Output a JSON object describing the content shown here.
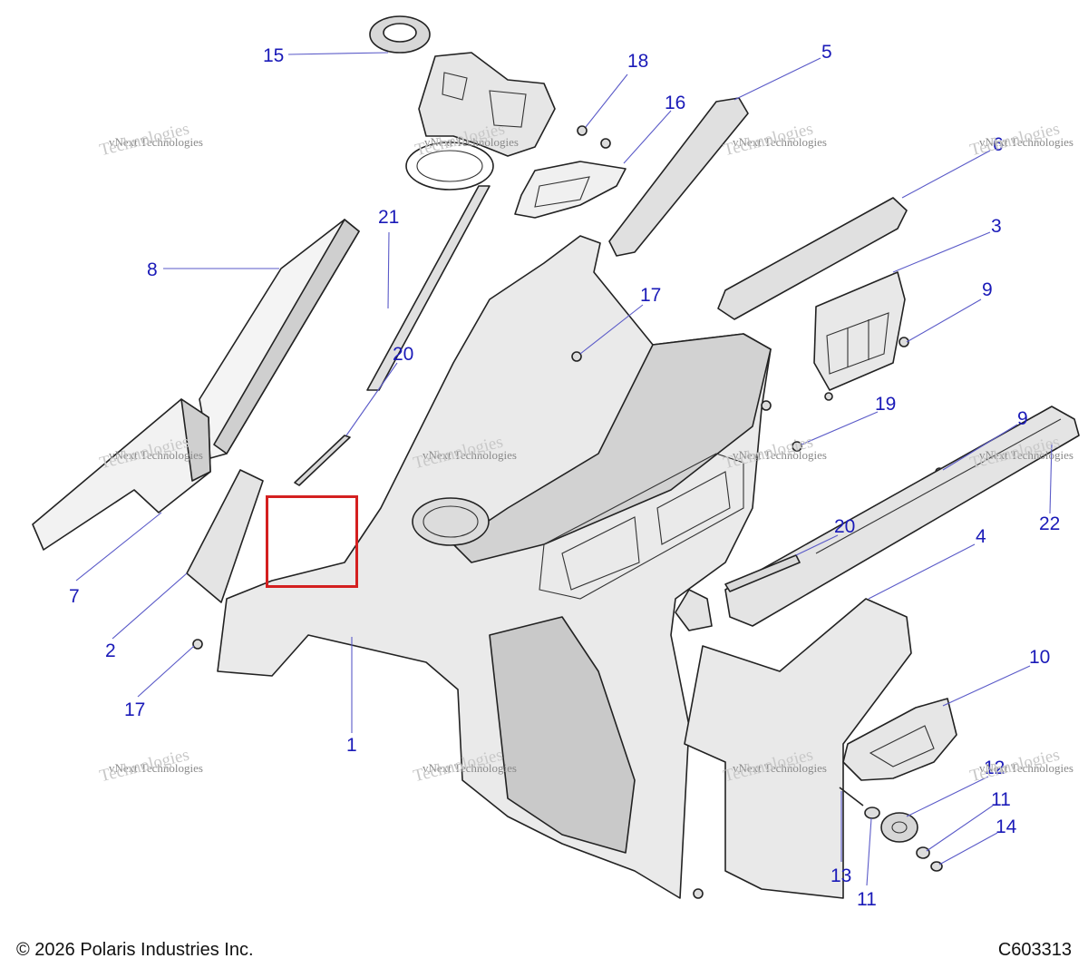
{
  "footer": {
    "copyright": "© 2026 Polaris Industries Inc.",
    "diagram_code": "C603313"
  },
  "watermark": {
    "line1": "vNext Technologies",
    "line2": "Technologies"
  },
  "callouts": {
    "c15": "15",
    "c18": "18",
    "c5": "5",
    "c16": "16",
    "c6": "6",
    "c8": "8",
    "c21": "21",
    "c3": "3",
    "c17a": "17",
    "c9a": "9",
    "c20a": "20",
    "c19": "19",
    "c9b": "9",
    "c7": "7",
    "c22": "22",
    "c20b": "20",
    "c4": "4",
    "c2": "2",
    "c10": "10",
    "c17b": "17",
    "c1": "1",
    "c12": "12",
    "c11a": "11",
    "c14": "14",
    "c13": "13",
    "c11b": "11"
  },
  "colors": {
    "callout": "#1a1ab8",
    "highlight": "#d42020",
    "part_fill": "#e2e2e2",
    "part_shadow": "#c4c4c4"
  }
}
